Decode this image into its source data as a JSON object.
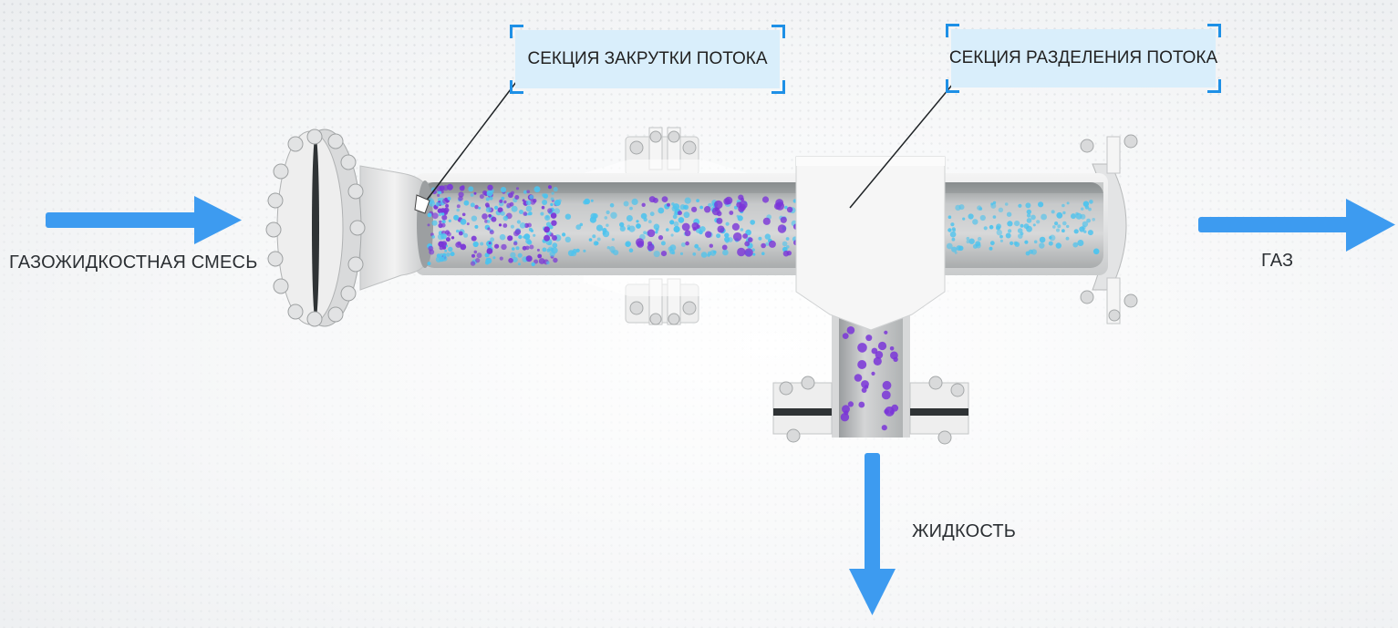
{
  "labels": {
    "inlet": "ГАЗОЖИДКОСТНАЯ СМЕСЬ",
    "gas_outlet": "ГАЗ",
    "liquid_outlet": "ЖИДКОСТЬ"
  },
  "callouts": {
    "swirl_section": "СЕКЦИЯ ЗАКРУТКИ ПОТОКА",
    "separation_section": "СЕКЦИЯ РАЗДЕЛЕНИЯ ПОТОКА"
  },
  "colors": {
    "arrow": "#3d9bf0",
    "callout_bg": "#d9eefb",
    "callout_corner": "#1e90e6",
    "pipe": "#e6e7e8",
    "gas_particles": "#4cc3ee",
    "liquid_particles": "#7a35d8"
  }
}
